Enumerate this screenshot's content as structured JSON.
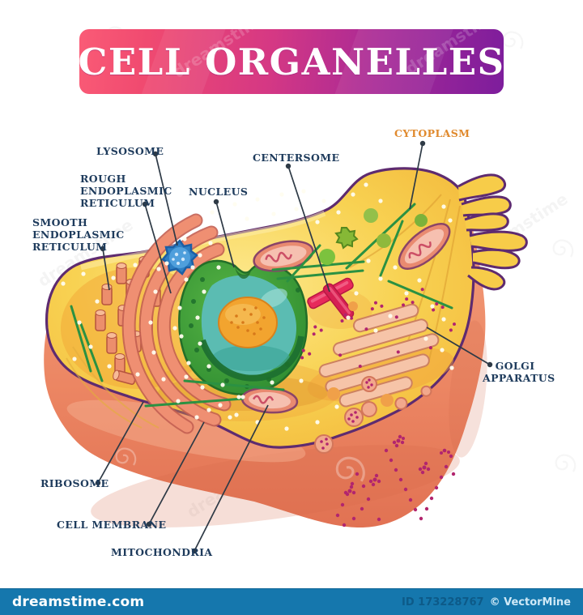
{
  "title": {
    "text": "CELL ORGANELLES"
  },
  "labels": {
    "lysosome": "LYSOSOME",
    "rough_er": "ROUGH\nENDOPLASMIC\nRETICULUM",
    "nucleus": "NUCLEUS",
    "centersome": "CENTERSOME",
    "cytoplasm": "CYTOPLASM",
    "smooth_er": "SMOOTH\nENDOPLASMIC\nRETICULUM",
    "golgi": "GOLGI\nAPPARATUS",
    "ribosome": "RIBOSOME",
    "cell_membrane": "CELL MEMBRANE",
    "mitochondria": "MITOCHONDRIA"
  },
  "watermark": {
    "text": "dreamstime"
  },
  "footer": {
    "site": "dreamstime.com",
    "image_id": "ID 173228767",
    "credit": "© VectorMine"
  },
  "colors": {
    "banner_pink": "#f0486e",
    "banner_purple": "#7d1d9c",
    "banner_fold": "#4b1286",
    "label_text": "#1e3b5c",
    "cytoplasm_label": "#e08a2e",
    "cell_yellow": "#f7cc49",
    "membrane_purple": "#5e2b70",
    "cell_rim_coral": "#ed8a67",
    "nucleus_green": "#3e9e38",
    "nucleus_teal": "#5bbcb2",
    "nucleolus_orange": "#f2a42f",
    "er_salmon": "#ef8f72",
    "lysosome_blue": "#2e7fc2",
    "centriole_red": "#e7295b",
    "golgi_pink": "#f6c4a8",
    "vesicle_magenta": "#b2256e",
    "microtubule_green": "#2b9142",
    "footer_blue": "#1577ad"
  }
}
